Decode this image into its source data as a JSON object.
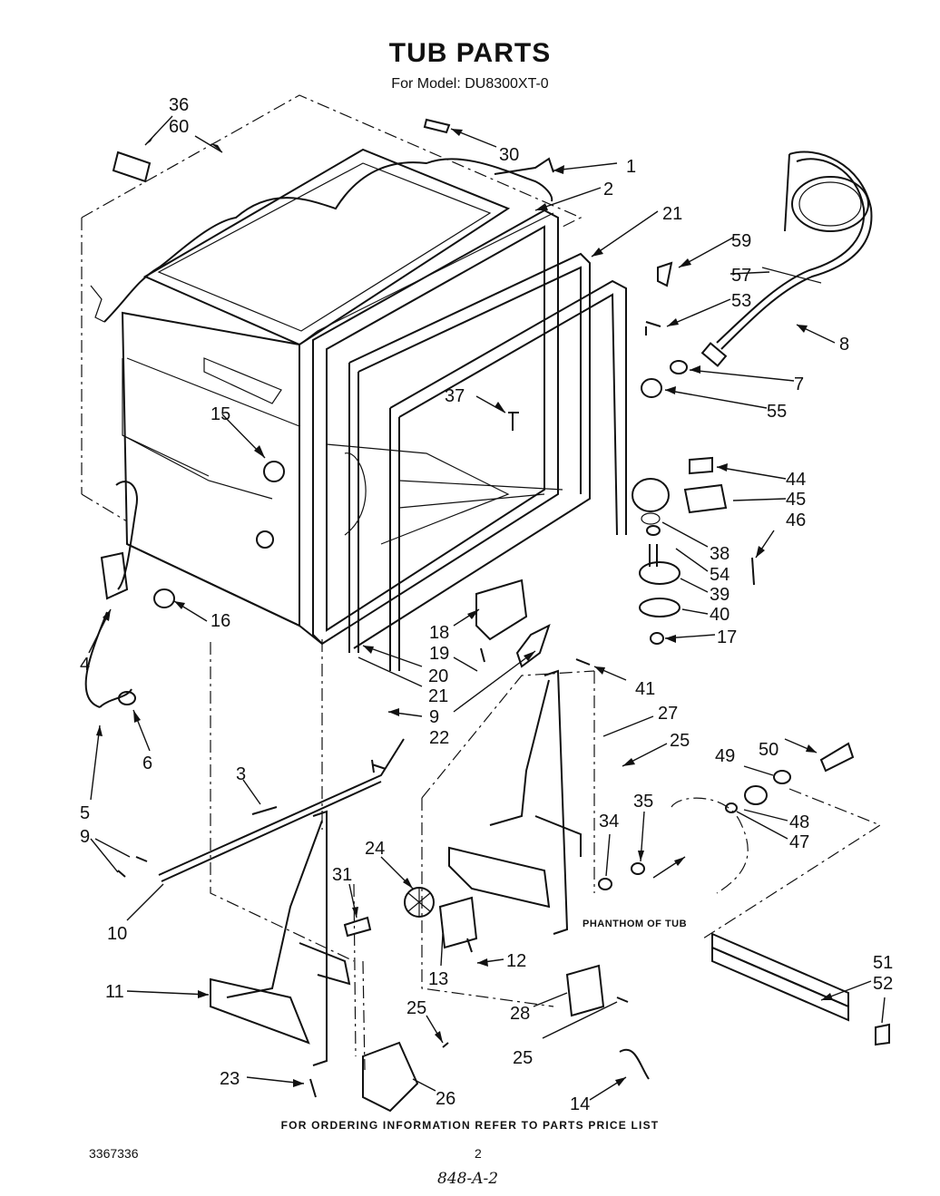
{
  "header": {
    "title": "TUB PARTS",
    "model_line": "For Model: DU8300XT-0"
  },
  "callouts": {
    "c36": "36",
    "c60": "60",
    "c30": "30",
    "c1": "1",
    "c2": "2",
    "c21a": "21",
    "c59": "59",
    "c57": "57",
    "c53": "53",
    "c8": "8",
    "c7": "7",
    "c55": "55",
    "c37": "37",
    "c15": "15",
    "c44": "44",
    "c45": "45",
    "c46": "46",
    "c38": "38",
    "c54": "54",
    "c39": "39",
    "c40": "40",
    "c17": "17",
    "c16": "16",
    "c4": "4",
    "c18": "18",
    "c19": "19",
    "c20": "20",
    "c21b": "21",
    "c41": "41",
    "c6": "6",
    "c9a": "9",
    "c22": "22",
    "c27": "27",
    "c25a": "25",
    "c50": "50",
    "c49": "49",
    "c5": "5",
    "c9b": "9",
    "c3": "3",
    "c35": "35",
    "c34": "34",
    "c48": "48",
    "c47": "47",
    "c24": "24",
    "c31": "31",
    "c10": "10",
    "c12": "12",
    "c13": "13",
    "c51": "51",
    "c52": "52",
    "c11": "11",
    "c25b": "25",
    "c28": "28",
    "c25c": "25",
    "c23": "23",
    "c26": "26",
    "c14": "14"
  },
  "phantom_label": "PHANTHOM OF TUB",
  "footer": {
    "ordering_note": "FOR ORDERING INFORMATION REFER TO PARTS PRICE LIST",
    "doc_number": "3367336",
    "page_number": "2",
    "handwritten_note": "848-A-2"
  }
}
